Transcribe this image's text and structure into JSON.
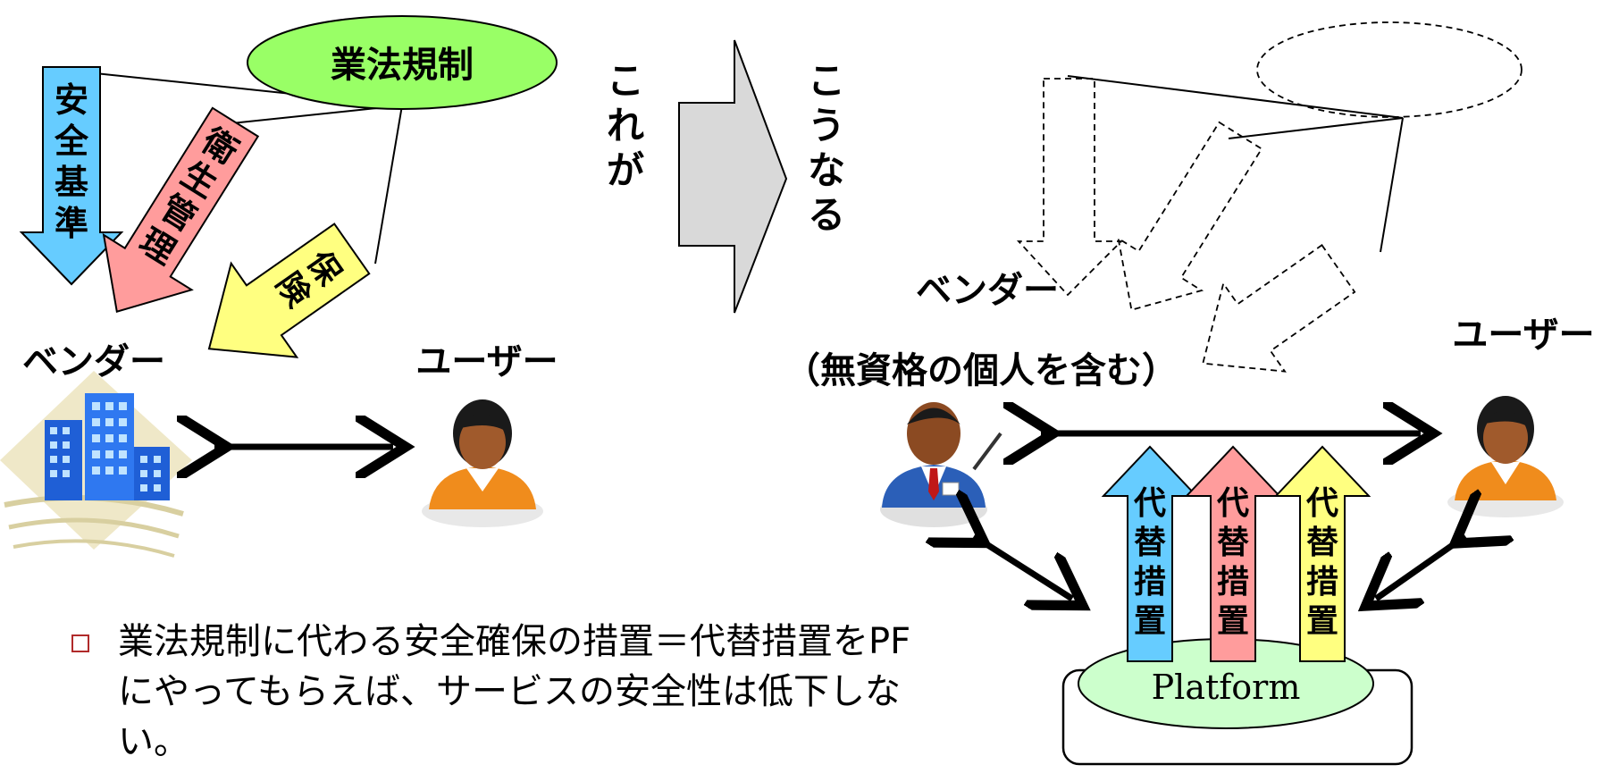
{
  "left": {
    "regulation": "業法規制",
    "arrow_safety": "安全基準",
    "arrow_hygiene": "衛生管理",
    "arrow_insurance": "保険",
    "vendor": "ベンダー",
    "user": "ユーザー"
  },
  "transition": {
    "before": "これが",
    "after": "こうなる"
  },
  "right": {
    "vendor_line1": "ベンダー",
    "vendor_line2": "（無資格の個人を含む）",
    "user": "ユーザー",
    "alt_measure_1": "代替措置",
    "alt_measure_2": "代替措置",
    "alt_measure_3": "代替措置",
    "platform": "Platform"
  },
  "bullet": "業法規制に代わる安全確保の措置＝代替措置をPFにやってもらえば、サービスの安全性は低下しない。",
  "colors": {
    "blue": "#66ccff",
    "pink": "#ff9c9c",
    "yellow": "#ffff80",
    "green": "#99ff66",
    "platform": "#ccffcc",
    "gray": "#d9d9d9"
  }
}
